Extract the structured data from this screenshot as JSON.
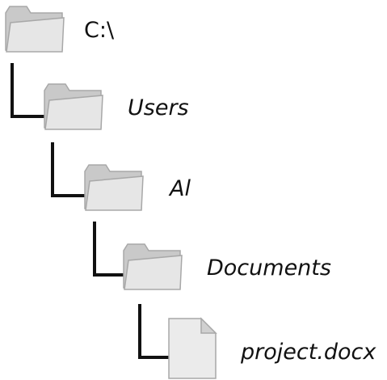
{
  "tree": {
    "nodes": [
      {
        "name": "C:\\",
        "kind": "folder",
        "level": 0,
        "italic": false
      },
      {
        "name": "Users",
        "kind": "folder",
        "level": 1,
        "italic": true
      },
      {
        "name": "Al",
        "kind": "folder",
        "level": 2,
        "italic": true
      },
      {
        "name": "Documents",
        "kind": "folder",
        "level": 3,
        "italic": true
      },
      {
        "name": "project.docx",
        "kind": "file",
        "level": 4,
        "italic": true
      }
    ]
  },
  "colors": {
    "line": "#111111",
    "folder_back": "#c9c9c9",
    "folder_front": "#e6e6e6",
    "folder_edge": "#a8a8a8",
    "file_fill": "#ebebeb",
    "file_edge": "#a8a8a8",
    "text": "#111111"
  },
  "icons": {
    "folder": "folder-icon",
    "file": "document-icon"
  }
}
